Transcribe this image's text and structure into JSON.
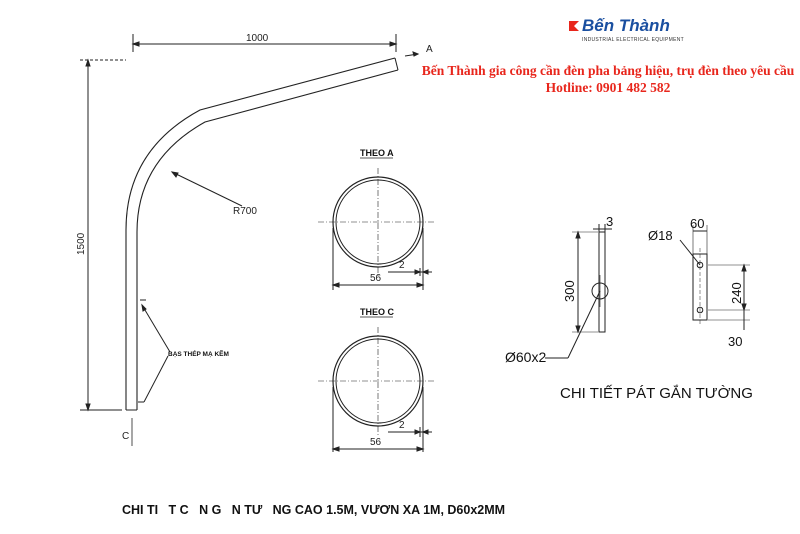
{
  "logo": {
    "name": "Bến Thành",
    "subtitle": "INDUSTRIAL ELECTRICAL EQUIPMENT"
  },
  "promo": {
    "line1": "Bến Thành gia công cần đèn pha bảng hiệu, trụ đèn theo yêu cầu",
    "line2": "Hotline: 0901 482 582"
  },
  "arm": {
    "length_label": "1000",
    "height_label": "1500",
    "radius_label": "R700",
    "section_a_marker": "A",
    "section_c_marker": "C",
    "base_label": "BẠS THÉP MẠ KẼM"
  },
  "sections": [
    {
      "title": "THEO A",
      "width_label": "56",
      "thickness_label": "2"
    },
    {
      "title": "THEO C",
      "width_label": "56",
      "thickness_label": "2"
    }
  ],
  "bracket": {
    "thickness_label": "3",
    "height_label": "300",
    "pipe_label": "Ø60x2",
    "hole_label": "Ø18",
    "plate_width_label": "60",
    "hole_spacing_label": "240",
    "edge_offset_label": "30",
    "title": "CHI TIẾT PÁT GẮN TƯỜNG"
  },
  "caption": "CHI TI   T C   N G   N TƯ   NG CAO 1.5M, VƯƠN XA 1M, D60x2MM",
  "colors": {
    "accent": "#e8261c",
    "brand": "#1a4fa0",
    "line": "#222222"
  }
}
